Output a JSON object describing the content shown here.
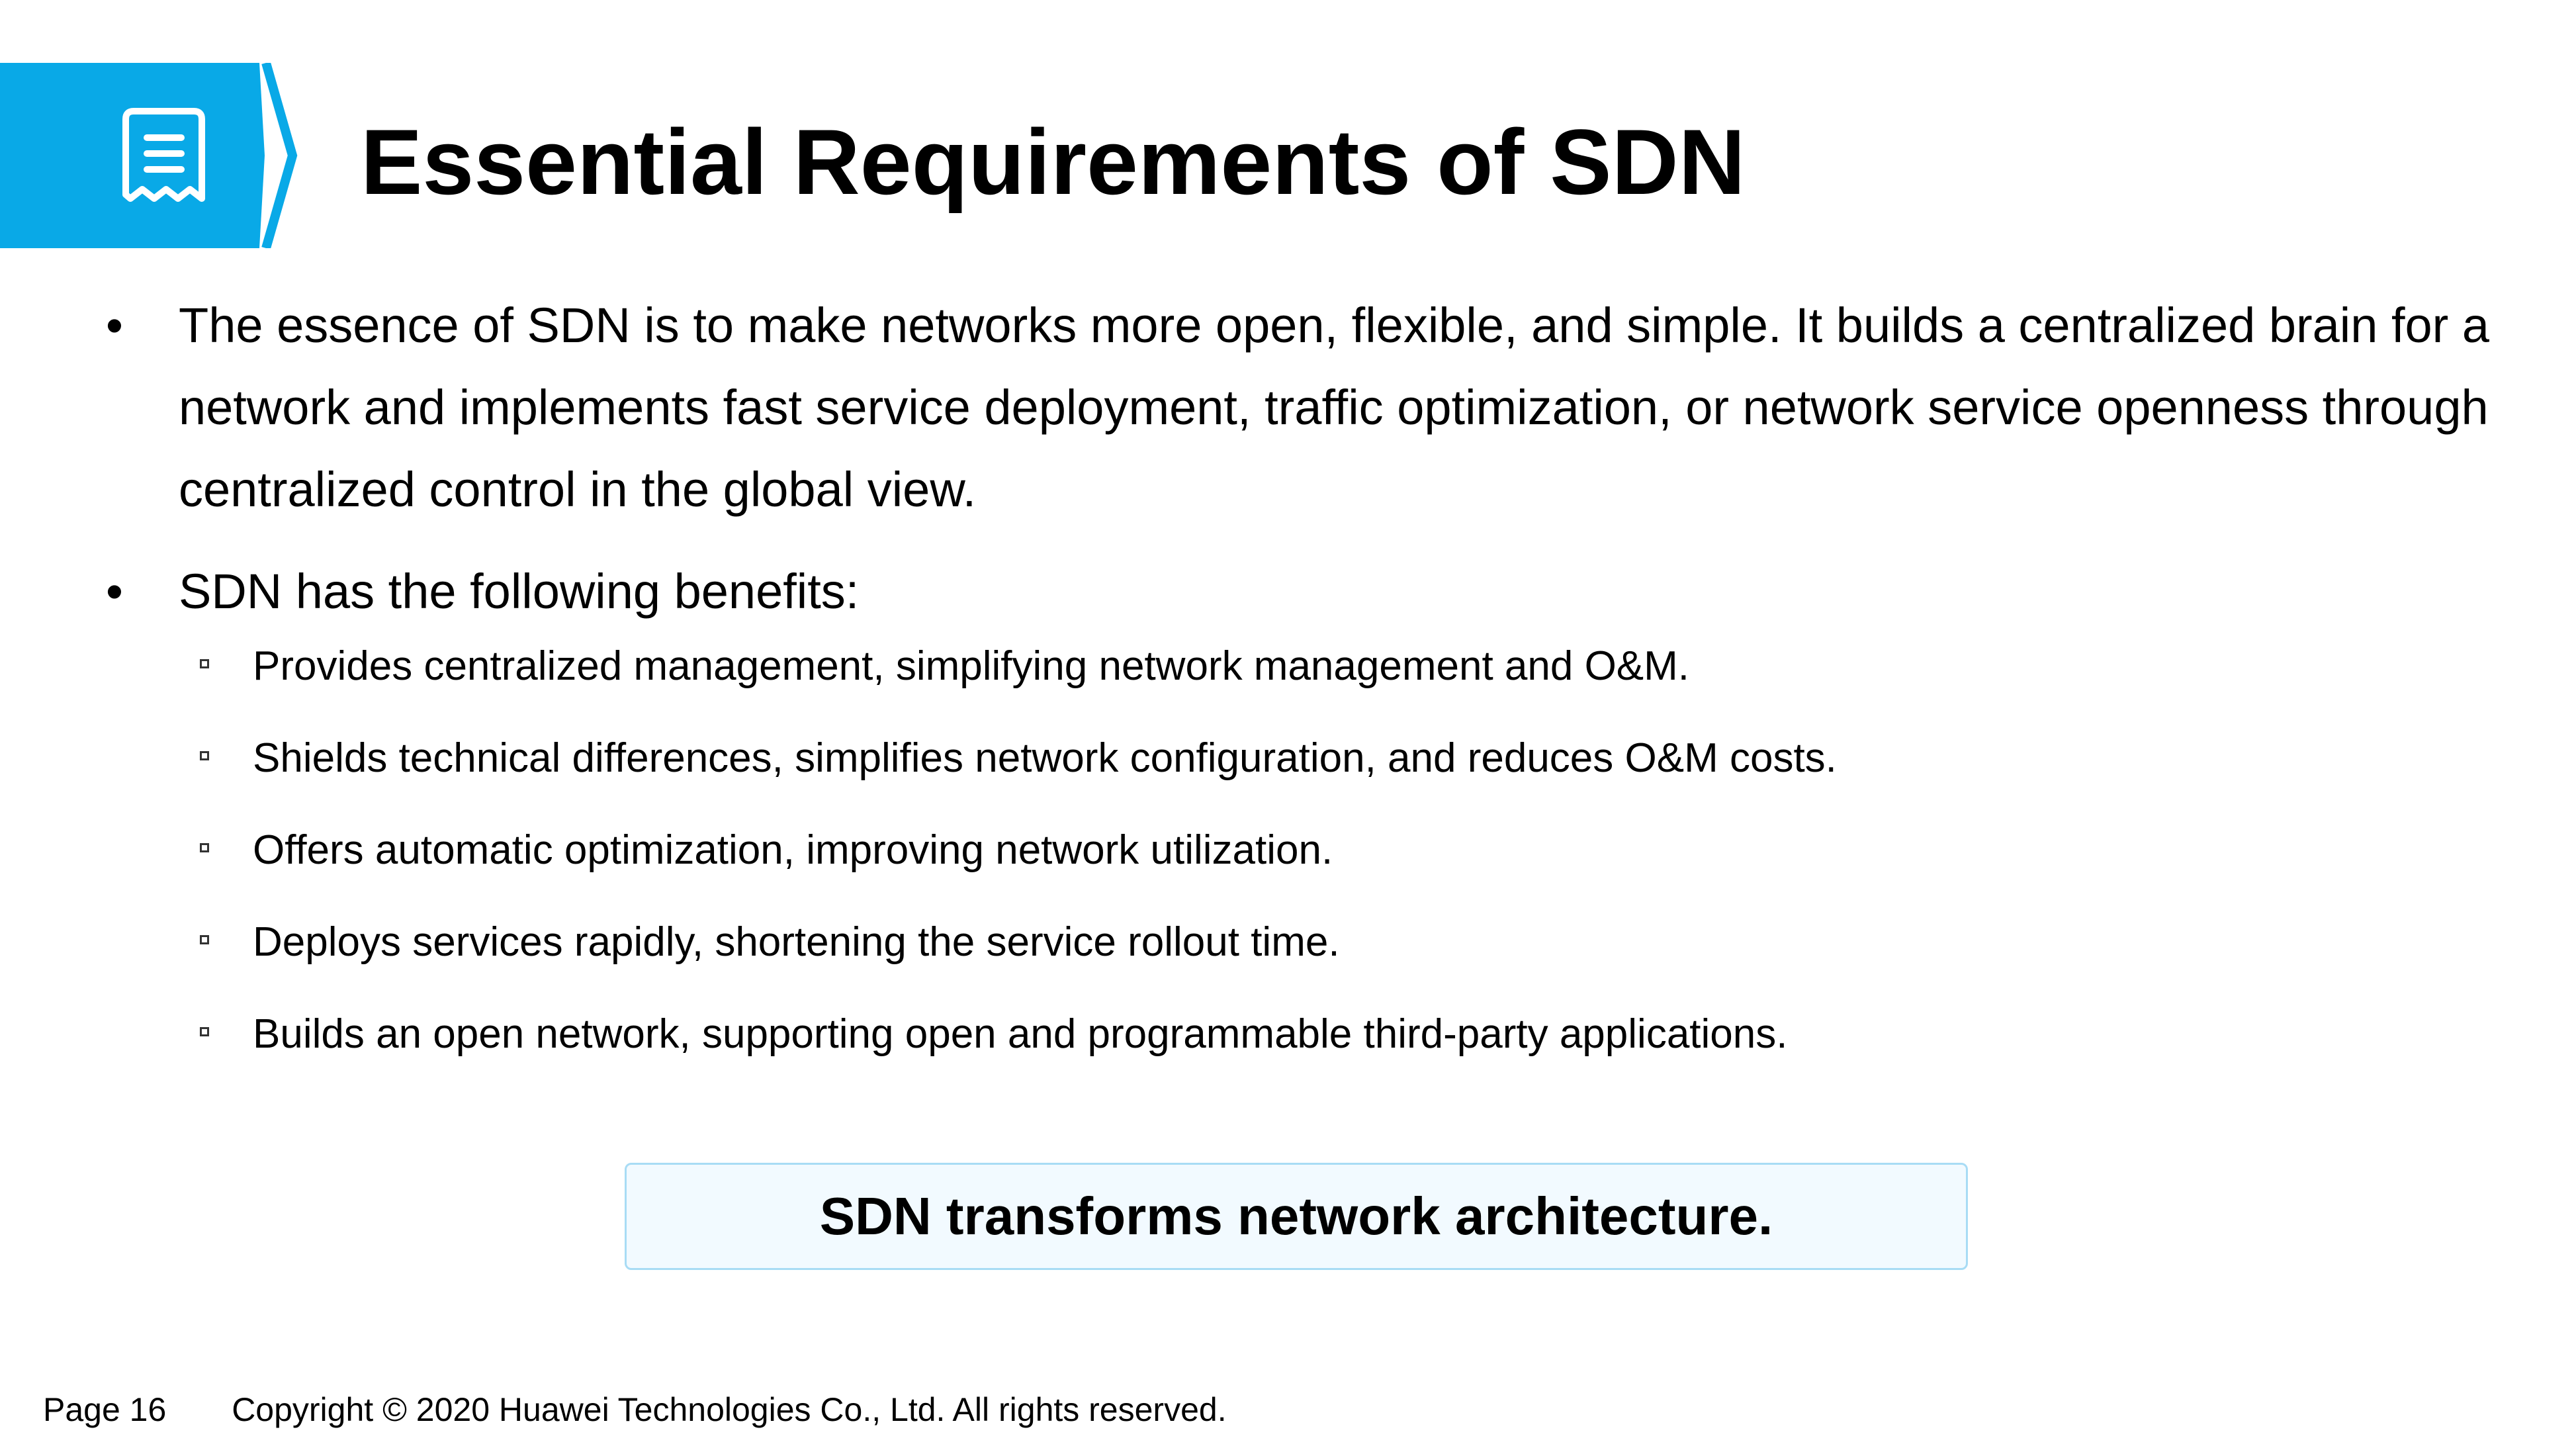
{
  "header": {
    "title": "Essential Requirements of SDN",
    "icon": "document-icon",
    "accent_color": "#09a9e7"
  },
  "bullets": [
    {
      "text": "The essence of SDN is to make networks more open, flexible, and simple. It builds a centralized brain for a network and implements fast service deployment, traffic optimization, or network service openness through centralized control in the global view."
    },
    {
      "text": "SDN has the following benefits:",
      "sub_items": [
        "Provides centralized management, simplifying network management and O&M.",
        "Shields technical differences, simplifies network configuration, and reduces O&M costs.",
        "Offers automatic optimization, improving network utilization.",
        "Deploys services rapidly, shortening the service rollout time.",
        "Builds an open network, supporting open and programmable third-party applications."
      ]
    }
  ],
  "callout": {
    "text": "SDN transforms network architecture.",
    "border_color": "#a8dcf5",
    "background_color": "#f2faff"
  },
  "footer": {
    "page": "Page 16",
    "copyright": "Copyright © 2020 Huawei Technologies Co., Ltd. All rights reserved."
  }
}
